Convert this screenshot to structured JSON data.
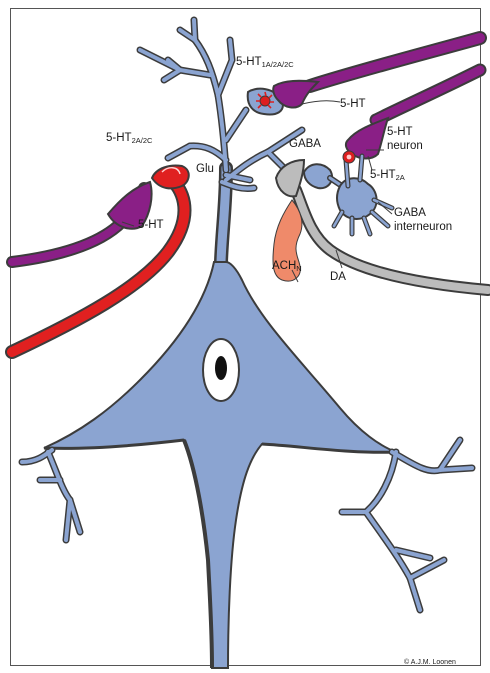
{
  "labels": {
    "ht_1a_2a_2c": {
      "base": "5-HT",
      "sub": "1A/2A/2C"
    },
    "ht_2a_2c": {
      "base": "5-HT",
      "sub": "2A/2C"
    },
    "ht_2a": {
      "base": "5-HT",
      "sub": "2A"
    },
    "ht_top": "5-HT",
    "ht_neuron_1": "5-HT",
    "ht_neuron_2": "neuron",
    "ht_left": "5-HT",
    "glu": "Glu",
    "gaba": "GABA",
    "gaba_interneuron_1": "GABA",
    "gaba_interneuron_2": "interneuron",
    "ach": {
      "base": "ACH",
      "sub": "N"
    },
    "da": "DA",
    "copyright": "© A.J.M. Loonen"
  },
  "colors": {
    "neuron_body": "#8ba4d1",
    "outline": "#3c3c3c",
    "serotonin_terminal": "#8a1f86",
    "glutamate_axon": "#e02020",
    "acetylcholine_terminal": "#ef8a6a",
    "dopamine_axon": "#bcbcbc",
    "receptor_red": "#dd1f1f"
  }
}
